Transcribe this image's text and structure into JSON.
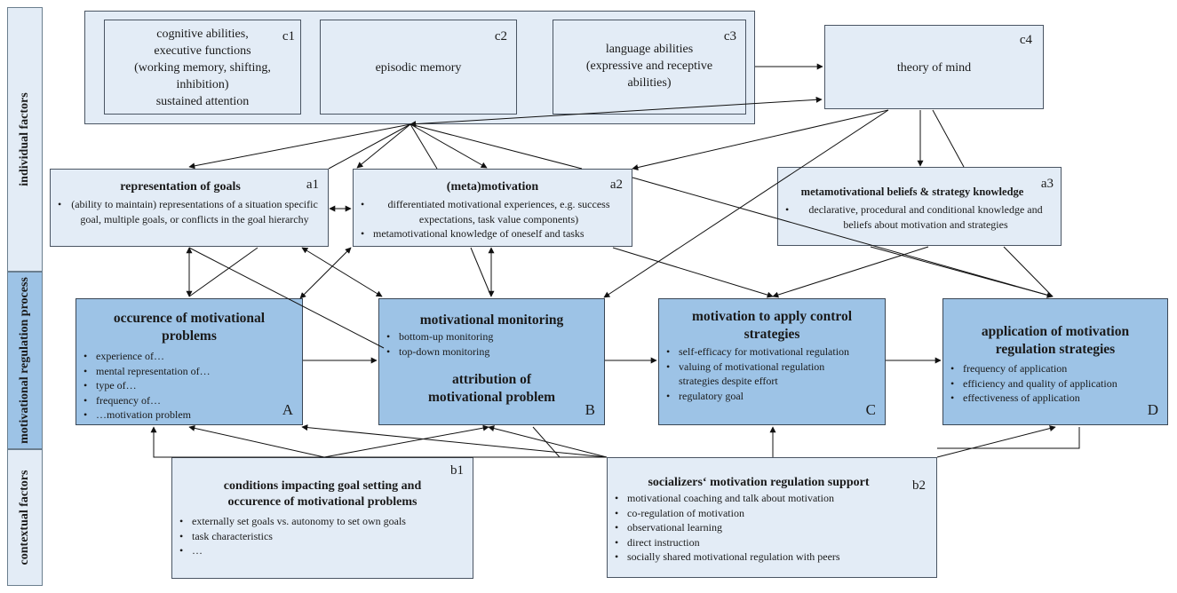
{
  "bands": {
    "individual": "individual factors",
    "process": "motivational regulation process",
    "contextual": "contextual factors"
  },
  "c1": {
    "tag": "c1",
    "lines": [
      "cognitive abilities,",
      "executive functions",
      "(working memory, shifting,",
      "inhibition)",
      "sustained attention"
    ]
  },
  "c2": {
    "tag": "c2",
    "text": "episodic memory"
  },
  "c3": {
    "tag": "c3",
    "lines": [
      "language abilities",
      "(expressive and receptive",
      "abilities)"
    ]
  },
  "c4": {
    "tag": "c4",
    "text": "theory of mind"
  },
  "a1": {
    "tag": "a1",
    "title": "representation of goals",
    "items": [
      "(ability to maintain) representations of a situation specific goal, multiple goals, or conflicts in the goal hierarchy"
    ]
  },
  "a2": {
    "tag": "a2",
    "title": "(meta)motivation",
    "items": [
      "differentiated motivational experiences, e.g. success expectations, task value components)",
      "metamotivational knowledge of oneself and tasks"
    ]
  },
  "a3": {
    "tag": "a3",
    "title": "metamotivational beliefs & strategy knowledge",
    "items": [
      "declarative, procedural and conditional knowledge and beliefs about motivation and strategies"
    ]
  },
  "A": {
    "letter": "A",
    "title": "occurence of motivational problems",
    "items": [
      "experience of…",
      "mental representation of…",
      "type of…",
      "frequency of…",
      "…motivation problem"
    ]
  },
  "B": {
    "letter": "B",
    "title": "motivational monitoring",
    "items": [
      "bottom-up monitoring",
      "top-down monitoring"
    ],
    "title2": "attribution of motivational problem"
  },
  "C": {
    "letter": "C",
    "title": "motivation to apply control strategies",
    "items": [
      "self-efficacy for motivational regulation",
      "valuing of motivational regulation strategies despite effort",
      "regulatory goal"
    ]
  },
  "D": {
    "letter": "D",
    "title": "application of motivation regulation strategies",
    "items": [
      "frequency of application",
      "efficiency and quality of application",
      "effectiveness of application"
    ]
  },
  "b1": {
    "tag": "b1",
    "title": "conditions impacting goal setting and occurence of motivational problems",
    "items": [
      "externally set goals vs. autonomy to set own goals",
      "task characteristics",
      "…"
    ]
  },
  "b2": {
    "tag": "b2",
    "title": "socializers‘ motivation regulation support",
    "items": [
      "motivational coaching and talk about motivation",
      "co-regulation of motivation",
      "observational learning",
      "direct instruction",
      "socially shared motivational regulation with peers"
    ]
  }
}
